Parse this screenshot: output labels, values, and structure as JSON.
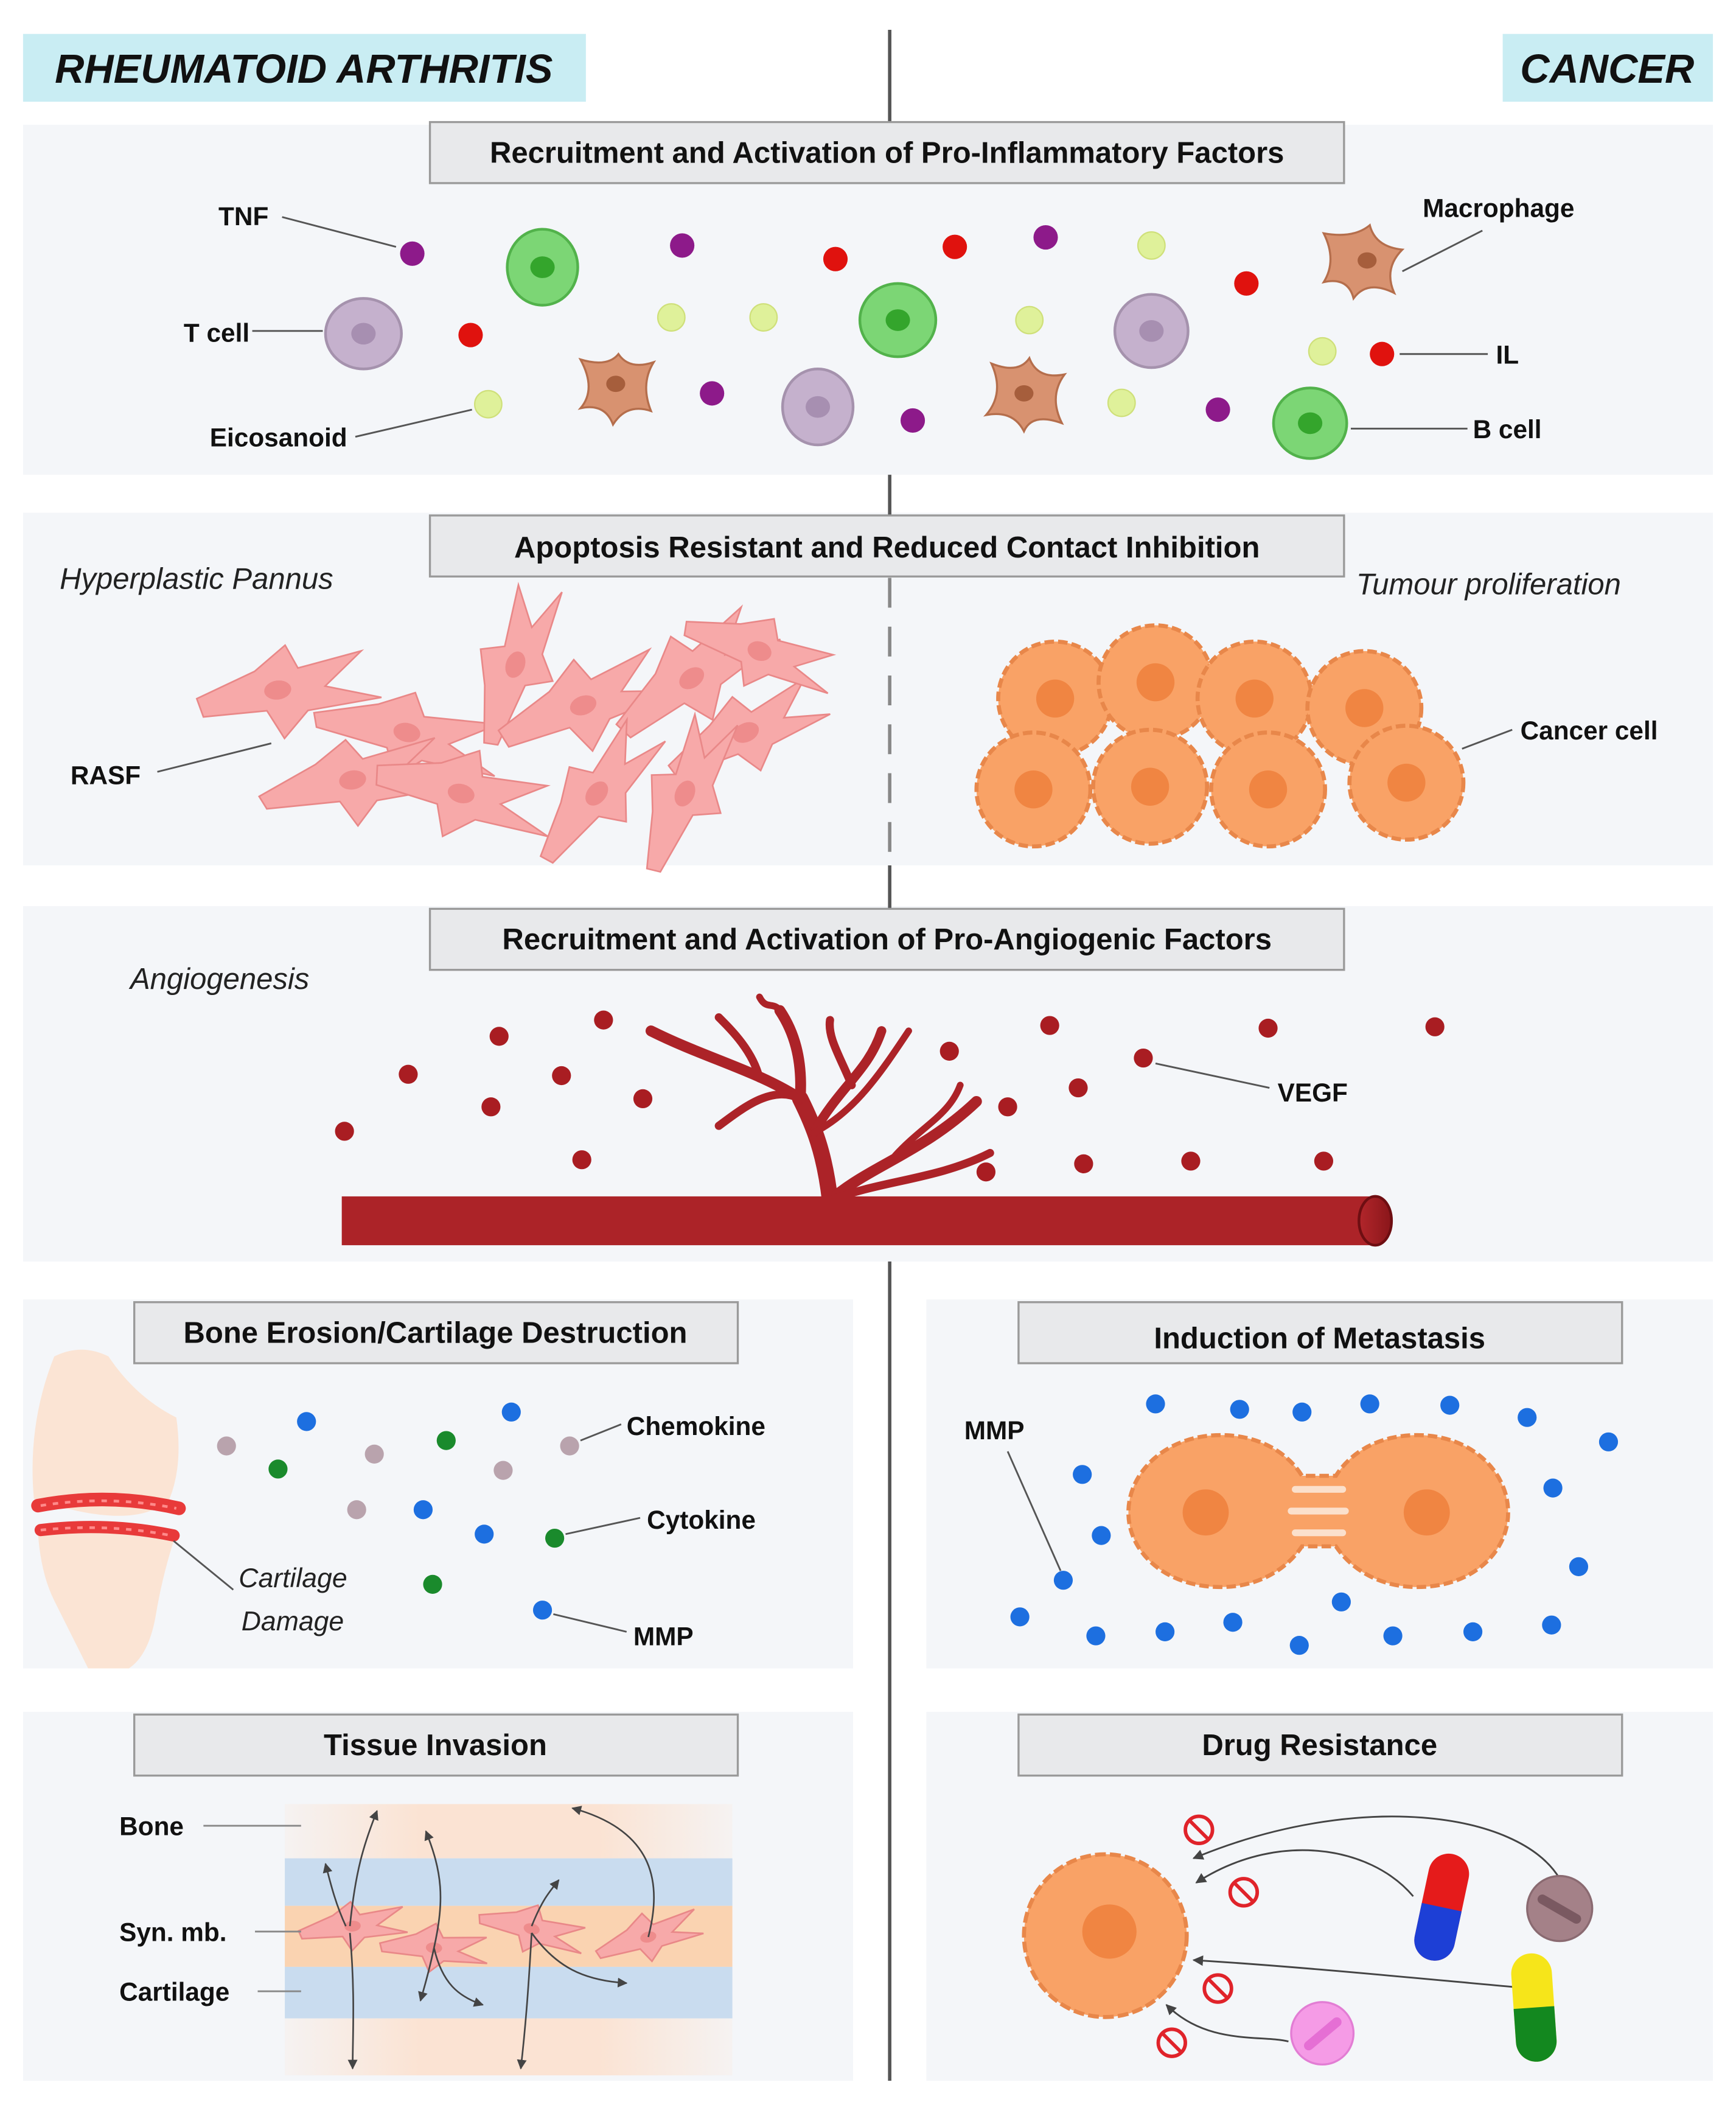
{
  "headers": {
    "left": "RHEUMATOID ARTHRITIS",
    "right": "CANCER"
  },
  "colors": {
    "header_bg": "#c9edf3",
    "panel_bg": "#f4f6f9",
    "title_box_bg": "#e8e9eb",
    "tnf": "#8d1a8a",
    "il": "#e0120e",
    "eicosanoid": "#dff19a",
    "t_cell": "#c5b1cd",
    "b_cell": "#7cd675",
    "macrophage": "#d89270",
    "rasf": "#f7a9a9",
    "cancer_cell": "#f9a266",
    "vessel": "#ac2328",
    "vegf": "#a91d22",
    "chemokine": "#b9a3ad",
    "cytokine": "#1a8a2c",
    "mmp": "#1d6fe0"
  },
  "panel1": {
    "title": "Recruitment and Activation of Pro-Inflammatory Factors",
    "labels": {
      "tnf": "TNF",
      "t_cell": "T cell",
      "eicosanoid": "Eicosanoid",
      "macrophage": "Macrophage",
      "il": "IL",
      "b_cell": "B cell"
    }
  },
  "panel2": {
    "title": "Apoptosis Resistant and Reduced Contact Inhibition",
    "left_caption": "Hyperplastic Pannus",
    "right_caption": "Tumour proliferation",
    "labels": {
      "rasf": "RASF",
      "cancer_cell": "Cancer cell"
    }
  },
  "panel3": {
    "title": "Recruitment and Activation of Pro-Angiogenic Factors",
    "caption": "Angiogenesis",
    "labels": {
      "vegf": "VEGF"
    }
  },
  "panel4": {
    "title": "Bone Erosion/Cartilage Destruction",
    "labels": {
      "chemokine": "Chemokine",
      "cytokine": "Cytokine",
      "mmp": "MMP",
      "cartilage_line1": "Cartilage",
      "cartilage_line2": "Damage"
    }
  },
  "panel5": {
    "title": "Induction of Metastasis",
    "labels": {
      "mmp": "MMP"
    }
  },
  "panel6": {
    "title": "Tissue Invasion",
    "labels": {
      "bone": "Bone",
      "syn_mb": "Syn. mb.",
      "cartilage": "Cartilage"
    }
  },
  "panel7": {
    "title": "Drug Resistance"
  }
}
